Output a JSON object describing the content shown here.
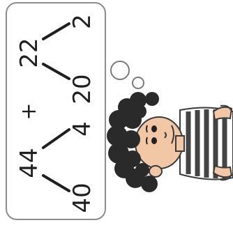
{
  "expression": {
    "first_addend": {
      "whole": "44",
      "tens": "40",
      "ones": "4"
    },
    "operator": "+",
    "second_addend": {
      "whole": "22",
      "tens": "20",
      "ones": "2"
    }
  },
  "colors": {
    "card_border": "#8c8c8c",
    "ink": "#1f1f1f",
    "hair": "#2a2a2a",
    "skin": "#f2c7a5",
    "shirt_stripe": "#444444"
  },
  "illustration": {
    "character": "thinking-boy",
    "bubble": "thought-bubble"
  }
}
